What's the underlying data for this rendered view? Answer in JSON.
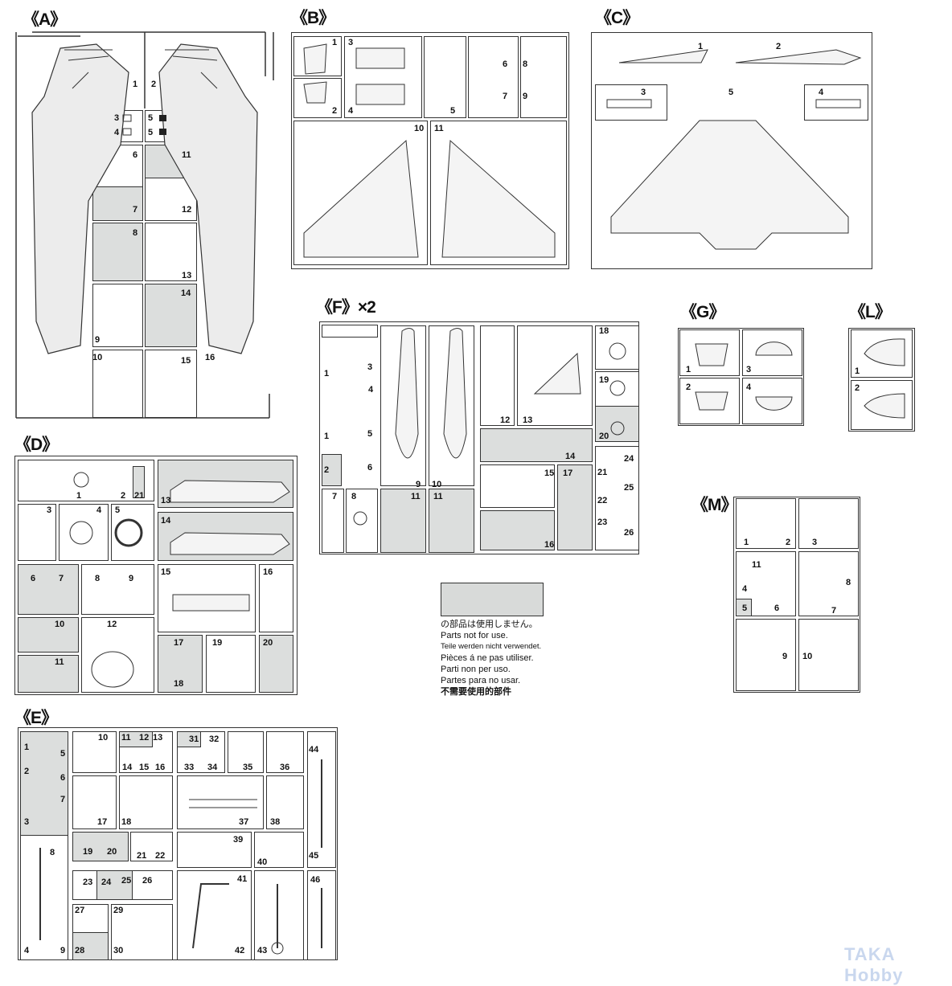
{
  "sprues": {
    "A": {
      "title": "《A》",
      "n": [
        "1",
        "2",
        "3",
        "4",
        "5",
        "5",
        "6",
        "7",
        "11",
        "12",
        "8",
        "13",
        "9",
        "14",
        "10",
        "15",
        "16"
      ]
    },
    "B": {
      "title": "《B》",
      "n": [
        "1",
        "3",
        "2",
        "4",
        "5",
        "6",
        "7",
        "8",
        "9",
        "10",
        "11"
      ]
    },
    "C": {
      "title": "《C》",
      "n": [
        "1",
        "2",
        "3",
        "5",
        "4"
      ]
    },
    "F": {
      "title": "《F》×2",
      "n": [
        "1",
        "3",
        "4",
        "1",
        "5",
        "2",
        "6",
        "9",
        "10",
        "12",
        "13",
        "18",
        "19",
        "20",
        "14",
        "15",
        "16",
        "17",
        "21",
        "24",
        "25",
        "22",
        "23",
        "26",
        "7",
        "8",
        "11",
        "11"
      ]
    },
    "G": {
      "title": "《G》",
      "n": [
        "1",
        "3",
        "2",
        "4"
      ]
    },
    "L": {
      "title": "《L》",
      "n": [
        "1",
        "2"
      ]
    },
    "M": {
      "title": "《M》",
      "n": [
        "1",
        "2",
        "3",
        "11",
        "4",
        "5",
        "6",
        "8",
        "7",
        "9",
        "10"
      ]
    },
    "D": {
      "title": "《D》",
      "n": [
        "1",
        "2",
        "21",
        "13",
        "3",
        "4",
        "5",
        "14",
        "6",
        "7",
        "8",
        "9",
        "15",
        "16",
        "10",
        "12",
        "11",
        "17",
        "19",
        "20",
        "18"
      ]
    },
    "E": {
      "title": "《E》",
      "n": [
        "1",
        "5",
        "2",
        "6",
        "7",
        "3",
        "8",
        "4",
        "9",
        "10",
        "11",
        "12",
        "13",
        "14",
        "15",
        "16",
        "31",
        "32",
        "33",
        "34",
        "35",
        "36",
        "17",
        "18",
        "37",
        "38",
        "19",
        "20",
        "21",
        "22",
        "39",
        "40",
        "23",
        "24",
        "25",
        "26",
        "27",
        "28",
        "29",
        "30",
        "41",
        "42",
        "43",
        "44",
        "45",
        "46"
      ]
    }
  },
  "legend": {
    "swatch_color": "#d8dad9",
    "lines": [
      "の部品は使用しません。",
      "Parts not for use.",
      "Teile werden nicht verwendet.",
      "Pièces á ne pas utiliser.",
      "Parti non per uso.",
      "Partes para no usar.",
      "不需要使用的部件"
    ]
  },
  "watermark": "TAKA Hobby"
}
